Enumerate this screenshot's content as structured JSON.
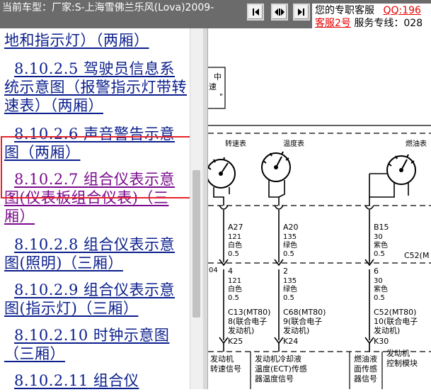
{
  "topbar": {
    "vehicle_label": "当前车型：厂家:S-上海雪佛兰乐风(Lova)2009-",
    "service_label": "您的专职客服",
    "qq_label": "QQ:196",
    "service2_label": "客服2号",
    "hotline_label": "服务专线：028",
    "accent_red": "#e60000"
  },
  "toc": {
    "items": [
      {
        "text": "地和指示灯）（两厢）"
      },
      {
        "num": "8.10.2.5",
        "text": "驾驶员信息系统示意图（报警指示灯带转速表）（两厢）"
      },
      {
        "num": "8.10.2.6",
        "text": "声音警告示意图（两厢）"
      },
      {
        "num": "8.10.2.7",
        "text": "组合仪表示意图(仪表板组合仪表)（三厢）",
        "selected": true
      },
      {
        "num": "8.10.2.8",
        "text": "组合仪表示意图(照明)（三厢）"
      },
      {
        "num": "8.10.2.9",
        "text": "组合仪表示意图(指示灯)（三厢）"
      },
      {
        "num": "8.10.2.10",
        "text": "时钟示意图（三厢）"
      },
      {
        "num": "8.10.2.11",
        "text": "组合仪"
      }
    ]
  },
  "diagram": {
    "top_box_line1": "中",
    "top_box_line2": "速",
    "top_box_line3": "\"",
    "gauges": [
      "转速表",
      "温度表",
      "燃油表"
    ],
    "wires": [
      {
        "pin_top": "A27",
        "gauge_top": "121",
        "color_top": "白色",
        "size_top": "0.5",
        "pin_mid": "4",
        "gauge_mid": "121",
        "color_mid": "白色",
        "size_mid": "0.5",
        "connector": "C13(MT80)",
        "pin_desc1": "8(联合电子",
        "pin_desc2": "发动机)",
        "terminal": "K25",
        "label1": "发动机",
        "label2": "转速信号"
      },
      {
        "pin_top": "A20",
        "gauge_top": "135",
        "color_top": "绿色",
        "size_top": "0.5",
        "pin_mid": "2",
        "gauge_mid": "135",
        "color_mid": "绿色",
        "size_mid": "0.5",
        "connector": "C68(MT80)",
        "pin_desc1": "9(联合电子",
        "pin_desc2": "发动机)",
        "terminal": "K24",
        "label1": "发动机冷却液",
        "label2": "温度(ECT)传感",
        "label3": "器温度信号"
      },
      {
        "pin_top": "B15",
        "gauge_top": "30",
        "color_top": "紫色",
        "size_top": "0.5",
        "pin_mid": "6",
        "gauge_mid": "30",
        "color_mid": "紫色",
        "size_mid": "0.5",
        "connector": "C52(MT80)",
        "pin_desc1": "10(联合电子",
        "pin_desc2": "发动机)",
        "terminal": "K30",
        "label1": "燃油液",
        "label2": "面传感",
        "label3": "器信号"
      }
    ],
    "connector_right": "C52(M",
    "connector_left_stub": "04",
    "module_label1": "发动机",
    "module_label2": "控制模块"
  }
}
